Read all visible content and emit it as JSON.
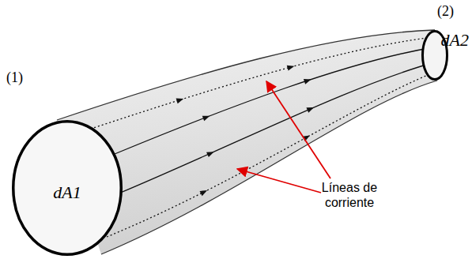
{
  "diagram": {
    "nodes": [
      {
        "text": [
          "dA1"
        ]
      },
      {
        "text": [
          "dA2"
        ]
      }
    ],
    "labels": [
      "(1)",
      "(2)",
      "Líneas de corriente"
    ]
  }
}
